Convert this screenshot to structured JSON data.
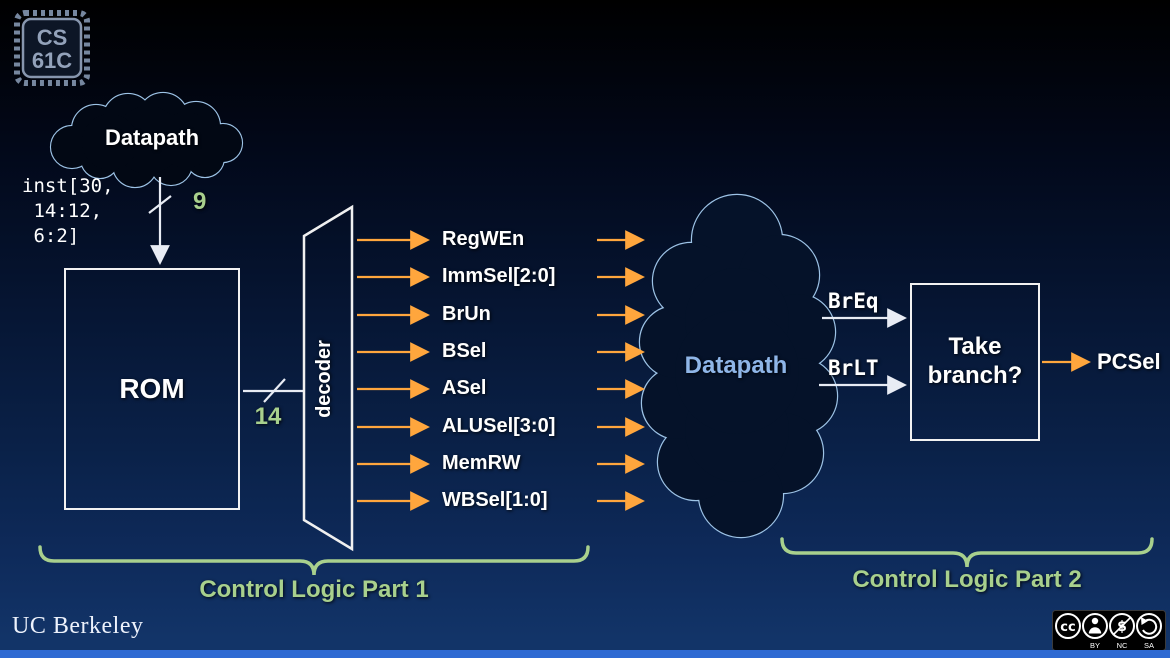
{
  "logo": {
    "line1": "CS",
    "line2": "61C"
  },
  "clouds": {
    "input_label": "Datapath",
    "datapath_label": "Datapath"
  },
  "rom": {
    "label": "ROM",
    "input_bits": "9",
    "output_bits": "14",
    "input_signal_lines": [
      "inst[30,",
      " 14:12,",
      " 6:2]"
    ]
  },
  "decoder": {
    "label": "decoder"
  },
  "control_signals": [
    "RegWEn",
    "ImmSel[2:0]",
    "BrUn",
    "BSel",
    "ASel",
    "ALUSel[3:0]",
    "MemRW",
    "WBSel[1:0]"
  ],
  "branch_compare": {
    "inputs": [
      "BrEq",
      "BrLT"
    ],
    "unit_label": "Take branch?",
    "output": "PCSel"
  },
  "captions": {
    "part1": "Control Logic Part 1",
    "part2": "Control Logic Part 2"
  },
  "footer": {
    "brand": "UC Berkeley"
  },
  "license": {
    "cc": "cc",
    "labels": [
      "BY",
      "NC",
      "SA"
    ]
  },
  "colors": {
    "signal_arrow": "#FFA63D",
    "caption_green": "#A8D08D",
    "cloud_outline": "#9DC3E6",
    "bottom_bar": "#2E6AD2"
  }
}
